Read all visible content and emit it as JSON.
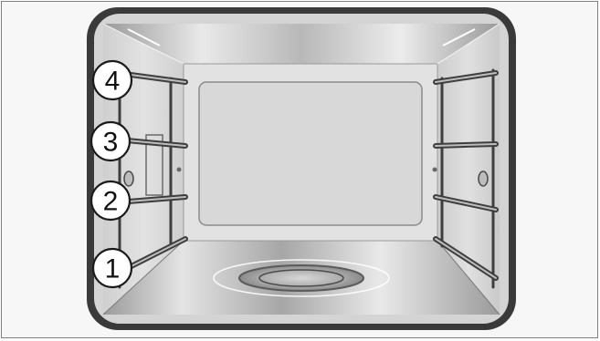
{
  "diagram": {
    "rack_positions": [
      {
        "label": "4"
      },
      {
        "label": "3"
      },
      {
        "label": "2"
      },
      {
        "label": "1"
      }
    ]
  },
  "colors": {
    "frame_dark": "#3a3a3a",
    "frame_light": "#cfcfcf",
    "steel_light": "#e6e6e6",
    "steel_dark": "#8c8c8c",
    "back_wall": "#e2e2e2",
    "back_panel": "#d9d9d9",
    "rail_dark": "#4a4a4a",
    "rail_light": "#bdbdbd"
  }
}
